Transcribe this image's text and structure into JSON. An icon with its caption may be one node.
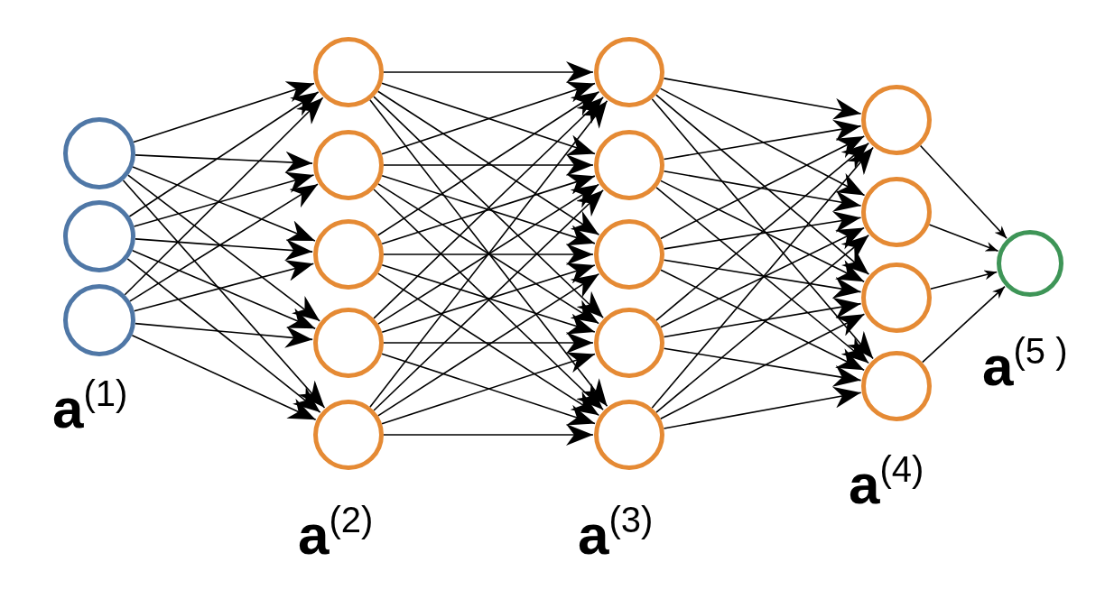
{
  "diagram": {
    "nodes": [
      {
        "text": [],
        "shape": "circle"
      },
      {
        "text": [],
        "shape": "circle"
      },
      {
        "text": [],
        "shape": "circle"
      },
      {
        "text": [],
        "shape": "circle"
      },
      {
        "text": [],
        "shape": "circle"
      },
      {
        "text": [],
        "shape": "circle"
      },
      {
        "text": [],
        "shape": "circle"
      },
      {
        "text": [],
        "shape": "circle"
      },
      {
        "text": [],
        "shape": "circle"
      },
      {
        "text": [],
        "shape": "circle"
      },
      {
        "text": [],
        "shape": "circle"
      },
      {
        "text": [],
        "shape": "circle"
      },
      {
        "text": [],
        "shape": "circle"
      },
      {
        "text": [],
        "shape": "circle"
      },
      {
        "text": [],
        "shape": "circle"
      },
      {
        "text": [],
        "shape": "circle"
      },
      {
        "text": [],
        "shape": "circle"
      },
      {
        "text": [],
        "shape": "circle"
      }
    ],
    "edges": [
      {
        "from": 0,
        "to": 3,
        "arrow": "to"
      },
      {
        "from": 0,
        "to": 4,
        "arrow": "to"
      },
      {
        "from": 0,
        "to": 5,
        "arrow": "to"
      },
      {
        "from": 0,
        "to": 6,
        "arrow": "to"
      },
      {
        "from": 0,
        "to": 7,
        "arrow": "to"
      },
      {
        "from": 1,
        "to": 3,
        "arrow": "to"
      },
      {
        "from": 1,
        "to": 4,
        "arrow": "to"
      },
      {
        "from": 1,
        "to": 5,
        "arrow": "to"
      },
      {
        "from": 1,
        "to": 6,
        "arrow": "to"
      },
      {
        "from": 1,
        "to": 7,
        "arrow": "to"
      },
      {
        "from": 2,
        "to": 3,
        "arrow": "to"
      },
      {
        "from": 2,
        "to": 4,
        "arrow": "to"
      },
      {
        "from": 2,
        "to": 5,
        "arrow": "to"
      },
      {
        "from": 2,
        "to": 6,
        "arrow": "to"
      },
      {
        "from": 2,
        "to": 7,
        "arrow": "to"
      },
      {
        "from": 3,
        "to": 8,
        "arrow": "to"
      },
      {
        "from": 3,
        "to": 9,
        "arrow": "to"
      },
      {
        "from": 3,
        "to": 10,
        "arrow": "to"
      },
      {
        "from": 3,
        "to": 11,
        "arrow": "to"
      },
      {
        "from": 3,
        "to": 12,
        "arrow": "to"
      },
      {
        "from": 4,
        "to": 8,
        "arrow": "to"
      },
      {
        "from": 4,
        "to": 9,
        "arrow": "to"
      },
      {
        "from": 4,
        "to": 10,
        "arrow": "to"
      },
      {
        "from": 4,
        "to": 11,
        "arrow": "to"
      },
      {
        "from": 4,
        "to": 12,
        "arrow": "to"
      },
      {
        "from": 5,
        "to": 8,
        "arrow": "to"
      },
      {
        "from": 5,
        "to": 9,
        "arrow": "to"
      },
      {
        "from": 5,
        "to": 10,
        "arrow": "to"
      },
      {
        "from": 5,
        "to": 11,
        "arrow": "to"
      },
      {
        "from": 5,
        "to": 12,
        "arrow": "to"
      },
      {
        "from": 6,
        "to": 8,
        "arrow": "to"
      },
      {
        "from": 6,
        "to": 9,
        "arrow": "to"
      },
      {
        "from": 6,
        "to": 10,
        "arrow": "to"
      },
      {
        "from": 6,
        "to": 11,
        "arrow": "to"
      },
      {
        "from": 6,
        "to": 12,
        "arrow": "to"
      },
      {
        "from": 7,
        "to": 8,
        "arrow": "to"
      },
      {
        "from": 7,
        "to": 9,
        "arrow": "to"
      },
      {
        "from": 7,
        "to": 10,
        "arrow": "to"
      },
      {
        "from": 7,
        "to": 11,
        "arrow": "to"
      },
      {
        "from": 7,
        "to": 12,
        "arrow": "to"
      },
      {
        "from": 8,
        "to": 13,
        "arrow": "to"
      },
      {
        "from": 8,
        "to": 14,
        "arrow": "to"
      },
      {
        "from": 8,
        "to": 15,
        "arrow": "to"
      },
      {
        "from": 8,
        "to": 16,
        "arrow": "to"
      },
      {
        "from": 9,
        "to": 13,
        "arrow": "to"
      },
      {
        "from": 9,
        "to": 14,
        "arrow": "to"
      },
      {
        "from": 9,
        "to": 15,
        "arrow": "to"
      },
      {
        "from": 9,
        "to": 16,
        "arrow": "to"
      },
      {
        "from": 10,
        "to": 13,
        "arrow": "to"
      },
      {
        "from": 10,
        "to": 14,
        "arrow": "to"
      },
      {
        "from": 10,
        "to": 15,
        "arrow": "to"
      },
      {
        "from": 10,
        "to": 16,
        "arrow": "to"
      },
      {
        "from": 11,
        "to": 13,
        "arrow": "to"
      },
      {
        "from": 11,
        "to": 14,
        "arrow": "to"
      },
      {
        "from": 11,
        "to": 15,
        "arrow": "to"
      },
      {
        "from": 11,
        "to": 16,
        "arrow": "to"
      },
      {
        "from": 12,
        "to": 13,
        "arrow": "to"
      },
      {
        "from": 12,
        "to": 14,
        "arrow": "to"
      },
      {
        "from": 12,
        "to": 15,
        "arrow": "to"
      },
      {
        "from": 12,
        "to": 16,
        "arrow": "to"
      },
      {
        "from": 13,
        "to": 17,
        "arrow": "to"
      },
      {
        "from": 14,
        "to": 17,
        "arrow": "to"
      },
      {
        "from": 15,
        "to": 17,
        "arrow": "to"
      },
      {
        "from": 16,
        "to": 17,
        "arrow": "to"
      }
    ],
    "labels": [
      "**a**$^{(1)}$",
      "**a**$^{(2)}$",
      "**a**$^{(3)}$",
      "**a**$^{(4)}$",
      "**a**$^{(5 )}$"
    ]
  }
}
